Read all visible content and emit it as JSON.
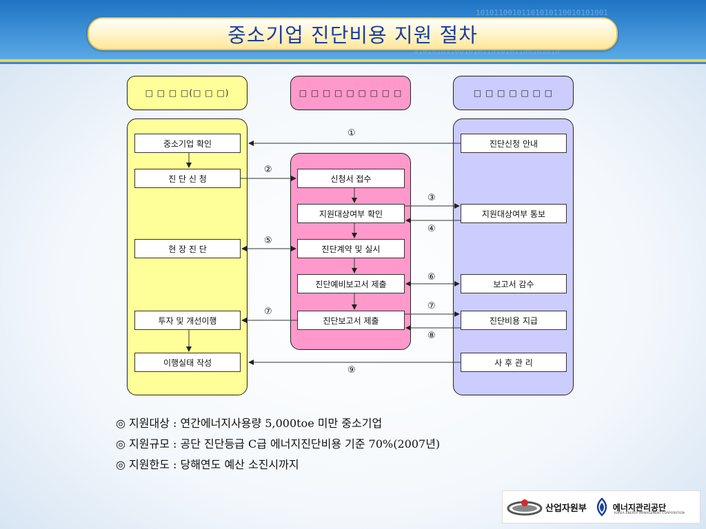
{
  "title": "중소기업 진단비용 지원 절차",
  "headers": {
    "left": "□ □ □ □(□ □ □)",
    "middle": "□ □ □ □ □ □ □ □ □",
    "right": "□ □ □ □ □ □ □"
  },
  "colors": {
    "left_fill": "#ffff99",
    "middle_fill": "#ff99cc",
    "right_fill": "#ccccff",
    "title_text": "#1e3da0"
  },
  "left_steps": [
    "중소기업 확인",
    "진 단 신 청",
    "현 장 진 단",
    "투자 및 개선이행",
    "이행실태 작성"
  ],
  "middle_steps": [
    "신청서 접수",
    "지원대상여부 확인",
    "진단계약 및 실시",
    "진단예비보고서 제출",
    "진단보고서 제출"
  ],
  "right_steps": [
    "진단신청 안내",
    "지원대상여부 통보",
    "보고서 감수",
    "진단비용 지급",
    "사 후 관 리"
  ],
  "flow_numbers": {
    "n1": "①",
    "n2": "②",
    "n3": "③",
    "n4": "④",
    "n5": "⑤",
    "n6": "⑥",
    "n7a": "⑦",
    "n7b": "⑦",
    "n8": "⑧",
    "n9": "⑨"
  },
  "notes": [
    "◎ 지원대상 : 연간에너지사용량 5,000toe 미만 중소기업",
    "◎ 지원규모 : 공단 진단등급 C급 에너지진단비용 기준 70%(2007년)",
    "◎ 지원한도 : 당해연도 예산 소진시까지"
  ],
  "logos": {
    "ministry": "산업자원부",
    "agency": "에너지관리공단",
    "agency_en": "KOREA ENERGY MANAGEMENT CORPORATION"
  }
}
